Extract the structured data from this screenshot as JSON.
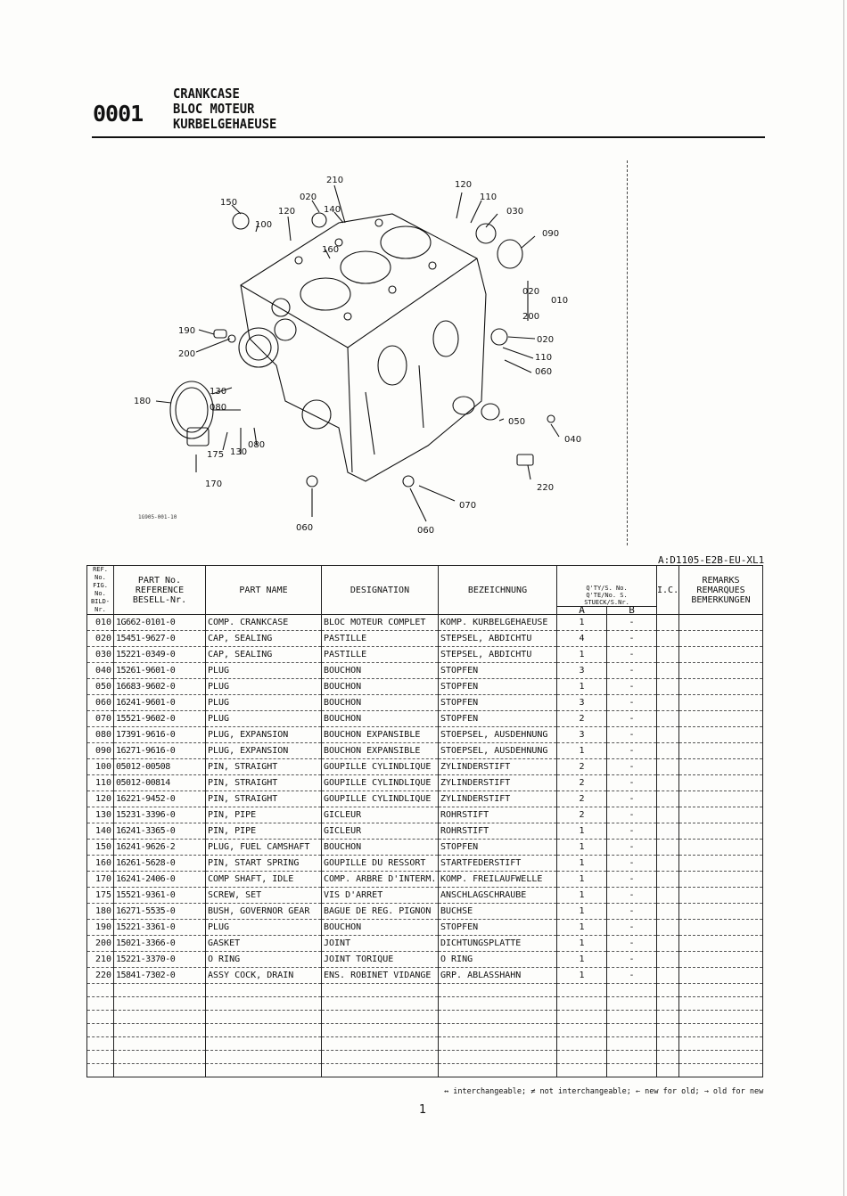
{
  "header": {
    "code": "0001",
    "title_en": "CRANKCASE",
    "title_fr": "BLOC MOTEUR",
    "title_de": "KURBELGEHAEUSE"
  },
  "diagram": {
    "illustration_code": "1G905-001-10",
    "callouts": [
      "210",
      "120",
      "110",
      "150",
      "020",
      "140",
      "120",
      "100",
      "030",
      "160",
      "090",
      "020",
      "010",
      "200",
      "190",
      "200",
      "020",
      "110",
      "060",
      "180",
      "130",
      "080",
      "050",
      "040",
      "080",
      "175",
      "130",
      "220",
      "170",
      "070",
      "060",
      "060"
    ]
  },
  "model_code": "A:D1105-E2B-EU-XL1",
  "columns": {
    "ref": [
      "REF. No.",
      "FIG. No.",
      "BILD-Nr."
    ],
    "part_no": [
      "PART No.",
      "REFERENCE",
      "BESELL-Nr."
    ],
    "part_name": "PART NAME",
    "designation": "DESIGNATION",
    "bezeichnung": "BEZEICHNUNG",
    "qty": [
      "Q'TY/S. No.",
      "Q'TE/No. S.",
      "STUECK/S.Nr."
    ],
    "qty_a": "A",
    "qty_b": "B",
    "ic": "I.C.",
    "remarks": [
      "REMARKS",
      "REMARQUES",
      "BEMERKUNGEN"
    ]
  },
  "rows": [
    {
      "ref": "010",
      "pno": "1G662-0101-0",
      "name": "COMP. CRANKCASE",
      "des": "BLOC MOTEUR COMPLET",
      "bez": "KOMP. KURBELGEHAEUSE",
      "qa": "1",
      "qb": "-"
    },
    {
      "ref": "020",
      "pno": "15451-9627-0",
      "name": "CAP, SEALING",
      "des": "PASTILLE",
      "bez": "STEPSEL, ABDICHTU",
      "qa": "4",
      "qb": "-"
    },
    {
      "ref": "030",
      "pno": "15221-0349-0",
      "name": "CAP, SEALING",
      "des": "PASTILLE",
      "bez": "STEPSEL, ABDICHTU",
      "qa": "1",
      "qb": "-"
    },
    {
      "ref": "040",
      "pno": "15261-9601-0",
      "name": "PLUG",
      "des": "BOUCHON",
      "bez": "STOPFEN",
      "qa": "3",
      "qb": "-"
    },
    {
      "ref": "050",
      "pno": "16683-9602-0",
      "name": "PLUG",
      "des": "BOUCHON",
      "bez": "STOPFEN",
      "qa": "1",
      "qb": "-"
    },
    {
      "ref": "060",
      "pno": "16241-9601-0",
      "name": "PLUG",
      "des": "BOUCHON",
      "bez": "STOPFEN",
      "qa": "3",
      "qb": "-"
    },
    {
      "ref": "070",
      "pno": "15521-9602-0",
      "name": "PLUG",
      "des": "BOUCHON",
      "bez": "STOPFEN",
      "qa": "2",
      "qb": "-"
    },
    {
      "ref": "080",
      "pno": "17391-9616-0",
      "name": "PLUG, EXPANSION",
      "des": "BOUCHON EXPANSIBLE",
      "bez": "STOEPSEL, AUSDEHNUNG",
      "qa": "3",
      "qb": "-"
    },
    {
      "ref": "090",
      "pno": "16271-9616-0",
      "name": "PLUG, EXPANSION",
      "des": "BOUCHON EXPANSIBLE",
      "bez": "STOEPSEL, AUSDEHNUNG",
      "qa": "1",
      "qb": "-"
    },
    {
      "ref": "100",
      "pno": "05012-00508",
      "name": "PIN, STRAIGHT",
      "des": "GOUPILLE CYLINDLIQUE",
      "bez": "ZYLINDERSTIFT",
      "qa": "2",
      "qb": "-"
    },
    {
      "ref": "110",
      "pno": "05012-00814",
      "name": "PIN, STRAIGHT",
      "des": "GOUPILLE CYLINDLIQUE",
      "bez": "ZYLINDERSTIFT",
      "qa": "2",
      "qb": "-"
    },
    {
      "ref": "120",
      "pno": "16221-9452-0",
      "name": "PIN, STRAIGHT",
      "des": "GOUPILLE CYLINDLIQUE",
      "bez": "ZYLINDERSTIFT",
      "qa": "2",
      "qb": "-"
    },
    {
      "ref": "130",
      "pno": "15231-3396-0",
      "name": "PIN, PIPE",
      "des": "GICLEUR",
      "bez": "ROHRSTIFT",
      "qa": "2",
      "qb": "-"
    },
    {
      "ref": "140",
      "pno": "16241-3365-0",
      "name": "PIN, PIPE",
      "des": "GICLEUR",
      "bez": "ROHRSTIFT",
      "qa": "1",
      "qb": "-"
    },
    {
      "ref": "150",
      "pno": "16241-9626-2",
      "name": "PLUG, FUEL CAMSHAFT",
      "des": "BOUCHON",
      "bez": "STOPFEN",
      "qa": "1",
      "qb": "-"
    },
    {
      "ref": "160",
      "pno": "16261-5628-0",
      "name": "PIN, START SPRING",
      "des": "GOUPILLE DU RESSORT",
      "bez": "STARTFEDERSTIFT",
      "qa": "1",
      "qb": "-"
    },
    {
      "ref": "170",
      "pno": "16241-2406-0",
      "name": "COMP SHAFT, IDLE",
      "des": "COMP. ARBRE D'INTERM.",
      "bez": "KOMP. FREILAUFWELLE",
      "qa": "1",
      "qb": "-"
    },
    {
      "ref": "175",
      "pno": "15521-9361-0",
      "name": "SCREW, SET",
      "des": "VIS D'ARRET",
      "bez": "ANSCHLAGSCHRAUBE",
      "qa": "1",
      "qb": "-"
    },
    {
      "ref": "180",
      "pno": "16271-5535-0",
      "name": "BUSH, GOVERNOR GEAR",
      "des": "BAGUE DE REG. PIGNON",
      "bez": "BUCHSE",
      "qa": "1",
      "qb": "-"
    },
    {
      "ref": "190",
      "pno": "15221-3361-0",
      "name": "PLUG",
      "des": "BOUCHON",
      "bez": "STOPFEN",
      "qa": "1",
      "qb": "-"
    },
    {
      "ref": "200",
      "pno": "15021-3366-0",
      "name": "GASKET",
      "des": "JOINT",
      "bez": "DICHTUNGSPLATTE",
      "qa": "1",
      "qb": "-"
    },
    {
      "ref": "210",
      "pno": "15221-3370-0",
      "name": "O RING",
      "des": "JOINT TORIQUE",
      "bez": "O RING",
      "qa": "1",
      "qb": "-"
    },
    {
      "ref": "220",
      "pno": "15841-7302-0",
      "name": "ASSY COCK, DRAIN",
      "des": "ENS. ROBINET VIDANGE",
      "bez": "GRP. ABLASSHAHN",
      "qa": "1",
      "qb": "-"
    }
  ],
  "legend": "↔ interchangeable; ≠ not interchangeable; ← new for old; → old for new",
  "page_number": "1"
}
